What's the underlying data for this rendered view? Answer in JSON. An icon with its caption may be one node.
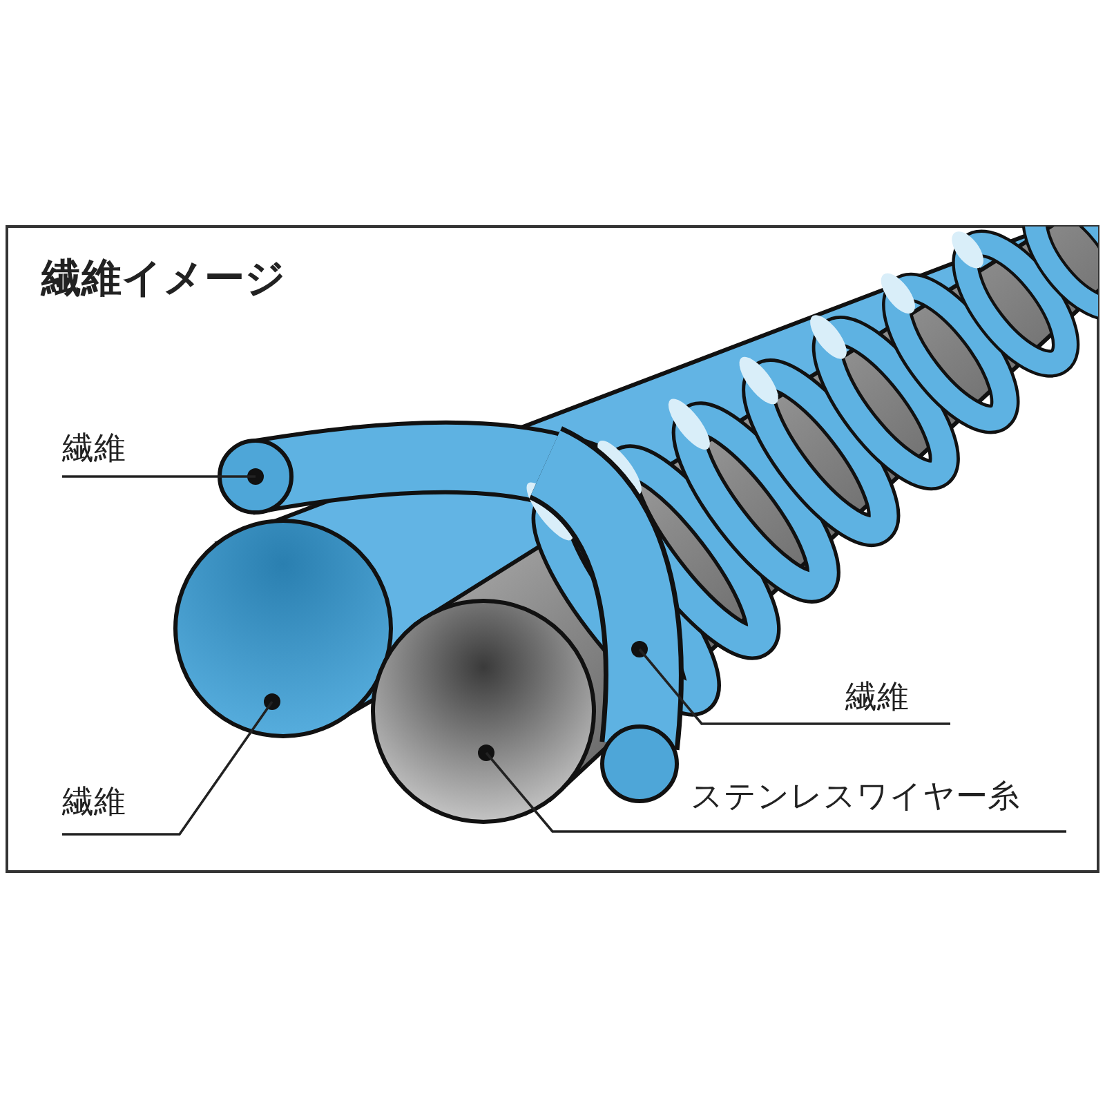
{
  "diagram": {
    "title": "繊維イメージ",
    "nodes": [
      {
        "text": [
          "繊維"
        ]
      },
      {
        "text": [],
        "shape": "circle"
      },
      {
        "text": [
          "繊維"
        ]
      },
      {
        "text": [],
        "shape": "circle"
      },
      {
        "text": [
          "繊維"
        ]
      },
      {
        "text": [],
        "shape": "cylinder"
      },
      {
        "text": [
          "ステンレスワイヤー糸"
        ]
      },
      {
        "text": [],
        "shape": "circle"
      }
    ],
    "edges": [
      {
        "from": 0,
        "to": 1,
        "arrow": "none"
      },
      {
        "from": 2,
        "to": 3,
        "arrow": "none"
      },
      {
        "from": 4,
        "to": 5,
        "arrow": "none"
      },
      {
        "from": 6,
        "to": 7,
        "arrow": "none"
      }
    ]
  }
}
